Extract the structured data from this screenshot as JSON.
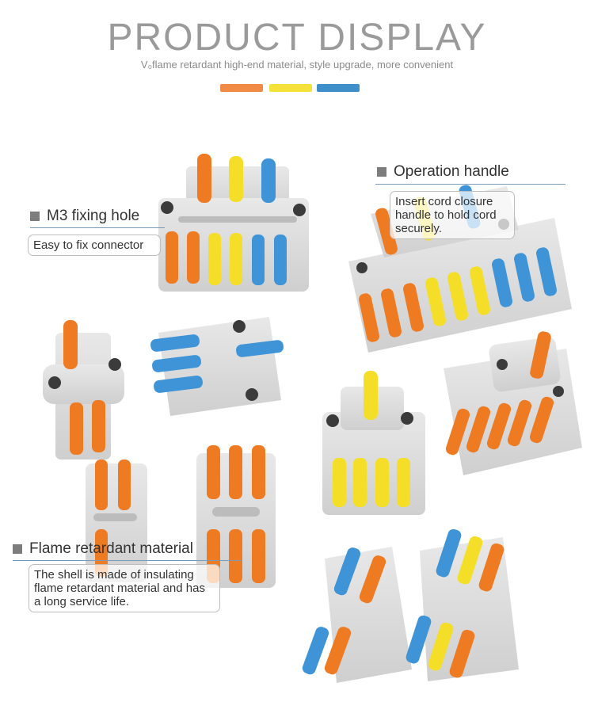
{
  "header": {
    "title": "PRODUCT DISPLAY",
    "subtitle": "V₀flame retardant high-end material, style upgrade, more convenient"
  },
  "swatches": [
    "#f08a45",
    "#f4e23a",
    "#3f8fca"
  ],
  "colors": {
    "orange": "#ee7b22",
    "yellow": "#f5de28",
    "blue": "#3e94d6",
    "shell": "#d9d9d9"
  },
  "callouts": {
    "m3": {
      "title": "M3 fixing hole",
      "text": "Easy to fix connector"
    },
    "handle": {
      "title": "Operation handle",
      "text": "Insert cord closure handle to hold cord securely."
    },
    "flame": {
      "title": "Flame retardant material",
      "text": "The shell is made of insulating flame retardant material and has a long service life."
    }
  }
}
